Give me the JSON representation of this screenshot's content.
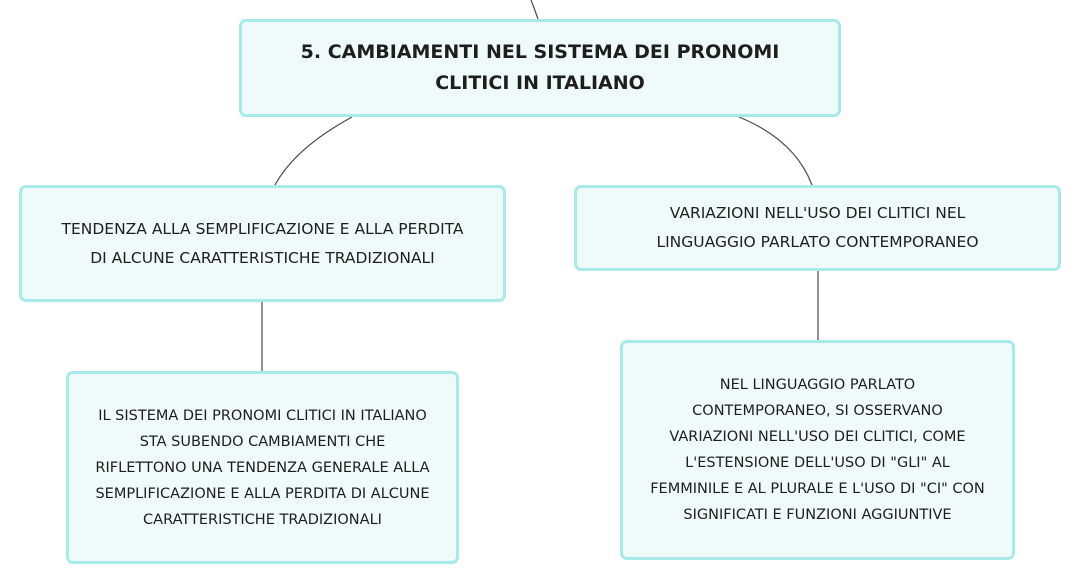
{
  "diagram": {
    "root": {
      "text": "5. CAMBIAMENTI NEL SISTEMA DEI PRONOMI\nCLITICI IN ITALIANO"
    },
    "branch_left": {
      "text": "TENDENZA ALLA SEMPLIFICAZIONE E ALLA PERDITA\nDI ALCUNE CARATTERISTICHE TRADIZIONALI"
    },
    "branch_right": {
      "text": "VARIAZIONI NELL'USO DEI CLITICI NEL\nLINGUAGGIO PARLATO CONTEMPORANEO"
    },
    "detail_left": {
      "text": "IL SISTEMA DEI PRONOMI CLITICI IN ITALIANO\nSTA SUBENDO CAMBIAMENTI CHE\nRIFLETTONO UNA TENDENZA GENERALE ALLA\nSEMPLIFICAZIONE E ALLA PERDITA DI ALCUNE\nCARATTERISTICHE TRADIZIONALI"
    },
    "detail_right": {
      "text": "NEL LINGUAGGIO PARLATO\nCONTEMPORANEO, SI OSSERVANO\nVARIAZIONI NELL'USO DEI CLITICI, COME\nL'ESTENSIONE DELL'USO DI \"GLI\" AL\nFEMMINILE E AL PLURALE E L'USO DI \"CI\" CON\nSIGNIFICATI E FUNZIONI AGGIUNTIVE"
    }
  },
  "colors": {
    "node_fill": "#effbfb",
    "node_border": "#a8eaea",
    "edge": "#4a4a4a",
    "text": "#1e1e1e"
  }
}
